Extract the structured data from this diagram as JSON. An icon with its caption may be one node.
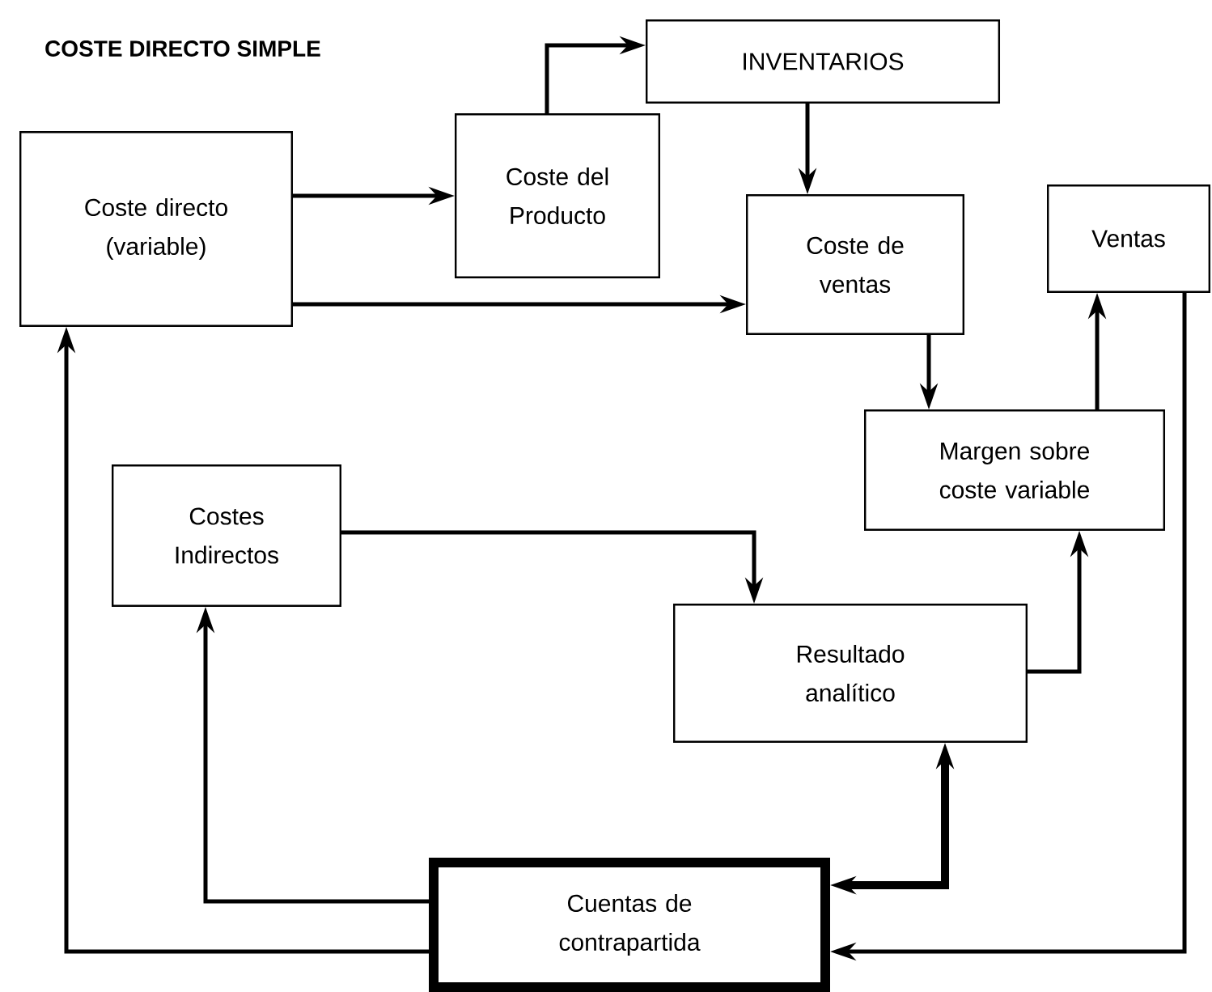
{
  "diagram": {
    "title": "COSTE DIRECTO SIMPLE",
    "nodes": [
      {
        "text": [
          "Coste directo (variable)"
        ]
      },
      {
        "text": [
          "Coste del Producto"
        ]
      },
      {
        "text": [
          "INVENTARIOS"
        ]
      },
      {
        "text": [
          "Coste de ventas"
        ]
      },
      {
        "text": [
          "Ventas"
        ]
      },
      {
        "text": [
          "Margen sobre coste variable"
        ]
      },
      {
        "text": [
          "Costes Indirectos"
        ]
      },
      {
        "text": [
          "Resultado analítico"
        ]
      },
      {
        "text": [
          "Cuentas de contrapartida"
        ]
      }
    ],
    "edges": [
      {
        "from": 0,
        "to": 1,
        "arrow": "to"
      },
      {
        "from": 0,
        "to": 3,
        "arrow": "to"
      },
      {
        "from": 1,
        "to": 2,
        "arrow": "to"
      },
      {
        "from": 2,
        "to": 3,
        "arrow": "to"
      },
      {
        "from": 3,
        "to": 5,
        "arrow": "to"
      },
      {
        "from": 5,
        "to": 4,
        "arrow": "to"
      },
      {
        "from": 6,
        "to": 7,
        "arrow": "to"
      },
      {
        "from": 7,
        "to": 5,
        "arrow": "to"
      },
      {
        "from": 8,
        "to": 7,
        "arrow": "both",
        "style": "thick"
      },
      {
        "from": 8,
        "to": 6,
        "arrow": "to"
      },
      {
        "from": 8,
        "to": 0,
        "arrow": "to"
      },
      {
        "from": 4,
        "to": 8,
        "arrow": "to"
      }
    ]
  }
}
